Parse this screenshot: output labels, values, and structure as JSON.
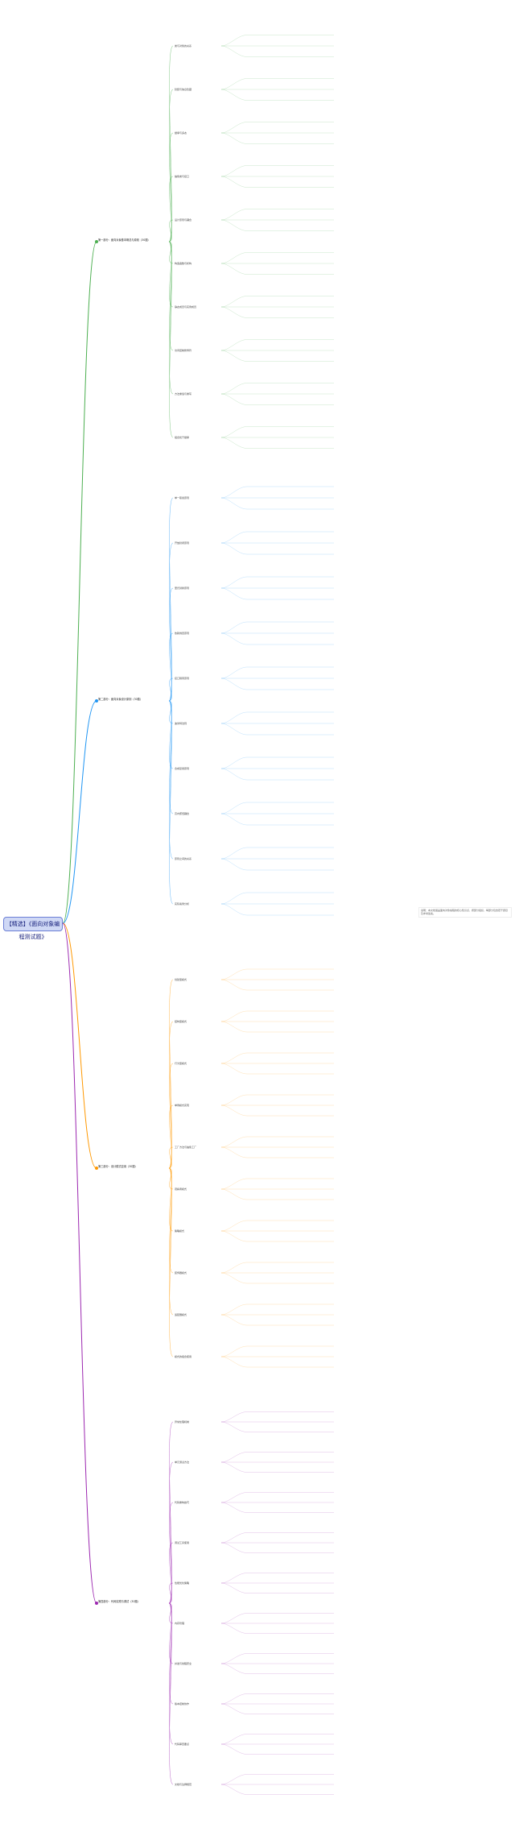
{
  "root": {
    "title": "【精选】《面向对象编程测试题》"
  },
  "branches": [
    {
      "label": "第一部分：面向对象基本概念与原则（30题）",
      "color": "#4caf50",
      "items": [
        "类与对象的关系",
        "封装与信息隐藏",
        "继承与多态",
        "抽象类与接口",
        "设计原则与耦合",
        "构造函数与析构",
        "静态成员与实例成员",
        "访问控制修饰符",
        "方法重载与重写",
        "组合优于继承"
      ]
    },
    {
      "label": "第二部分：面向对象设计原则（30题）",
      "color": "#2196f3",
      "items": [
        "单一职责原则",
        "开放封闭原则",
        "里氏替换原则",
        "依赖倒置原则",
        "接口隔离原则",
        "迪米特法则",
        "合成复用原则",
        "高内聚低耦合",
        "原则之间的关系",
        "实际案例分析"
      ]
    },
    {
      "label": "第三部分：设计模式应用（30题）",
      "color": "#ff9800",
      "items": [
        "创建型模式",
        "结构型模式",
        "行为型模式",
        "单例模式实现",
        "工厂方法与抽象工厂",
        "观察者模式",
        "策略模式",
        "装饰器模式",
        "适配器模式",
        "模式的组合使用"
      ]
    },
    {
      "label": "第四部分：代码实践与调试（30题）",
      "color": "#9c27b0",
      "items": [
        "异常处理机制",
        "单元测试方法",
        "代码重构技巧",
        "调试工具使用",
        "性能优化策略",
        "内存管理",
        "并发与线程安全",
        "版本控制协作",
        "代码审查要点",
        "文档与注释规范"
      ]
    }
  ],
  "legend": {
    "text": "说明：本文档涵盖面向对象编程的核心知识点，按部分组织，每部分包含若干题目及参考答案。"
  }
}
